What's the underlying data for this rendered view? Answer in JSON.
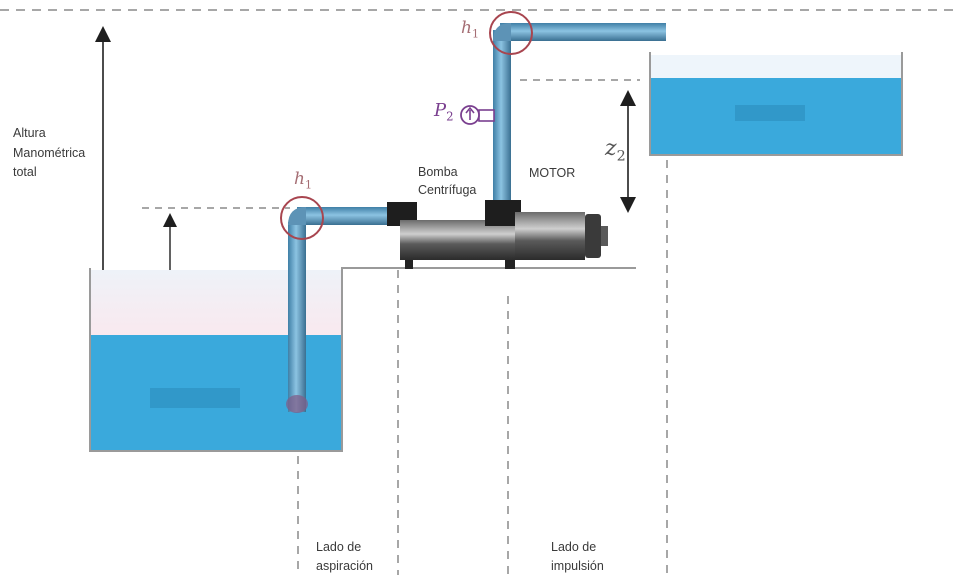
{
  "labels": {
    "altura_line1": "Altura",
    "altura_line2": "Manométrica",
    "altura_line3": "total",
    "bomba_line1": "Bomba",
    "bomba_line2": "Centrífuga",
    "motor": "MOTOR",
    "lado_aspiracion_line1": "Lado de",
    "lado_aspiracion_line2": "aspiración",
    "lado_impulsion_line1": "Lado de",
    "lado_impulsion_line2": "impulsión",
    "h_symbol": "h",
    "h_subscript": "1",
    "p_symbol": "P",
    "p_subscript": "2",
    "z_symbol": "z",
    "z_subscript": "2"
  },
  "colors": {
    "water": "#3aa9dc",
    "water_deep": "#2f9bd0",
    "pipe": "#5a9fc7",
    "pipe_dark": "#2c6a8e",
    "loss_circle": "#a8454f",
    "pressure_gauge": "#7a3f8f",
    "dashed_line": "#8a8a8a",
    "ground": "#9a9a9a",
    "arrow": "#1f1f1f"
  },
  "icons": [
    "arrow-up-icon",
    "double-arrow-icon",
    "pressure-gauge-icon",
    "loss-circle-icon"
  ]
}
